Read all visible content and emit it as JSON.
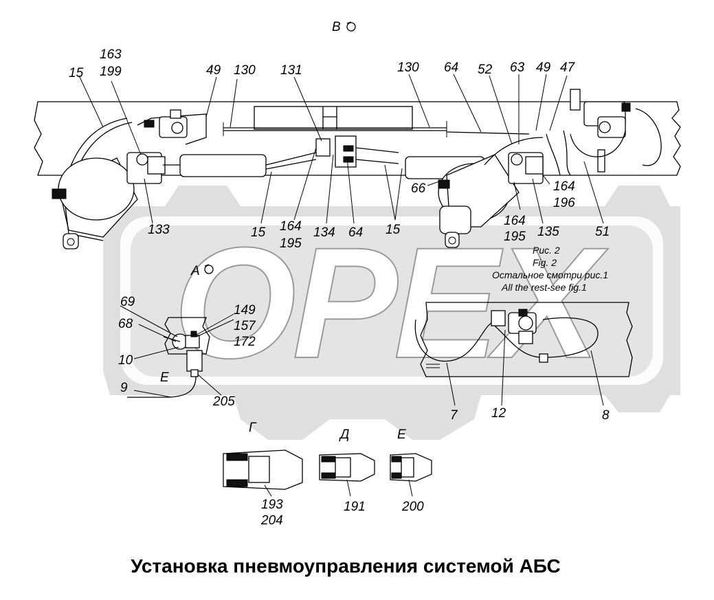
{
  "title": "Установка пневмоуправления системой АБС",
  "watermark": "OPEX",
  "views": {
    "v": "В",
    "a": "А",
    "g": "Г",
    "d": "Д",
    "e_section": "Е",
    "e_mark": "Е"
  },
  "note": {
    "line1": "Рис. 2",
    "line2": "Fig. 2",
    "line3": "Остальное смотри рис.1",
    "line4": "All the rest-see fig.1"
  },
  "callouts": {
    "c15a": "15",
    "c163": "163",
    "c199": "199",
    "c49a": "49",
    "c130a": "130",
    "c131": "131",
    "c130b": "130",
    "c64a": "64",
    "c52": "52",
    "c63": "63",
    "c49b": "49",
    "c47": "47",
    "c133": "133",
    "c15b": "15",
    "c164a": "164",
    "c195a": "195",
    "c134": "134",
    "c64b": "64",
    "c15c": "15",
    "c66": "66",
    "c164b": "164",
    "c195b": "195",
    "c135": "135",
    "c164c": "164",
    "c196": "196",
    "c51": "51",
    "c69": "69",
    "c68": "68",
    "c10": "10",
    "c149": "149",
    "c157": "157",
    "c172": "172",
    "c9": "9",
    "c205": "205",
    "c7": "7",
    "c12": "12",
    "c8": "8",
    "c193": "193",
    "c204": "204",
    "c191": "191",
    "c200": "200"
  },
  "colors": {
    "line": "#000000",
    "watermark": "#d4d4d4",
    "background": "#ffffff"
  }
}
